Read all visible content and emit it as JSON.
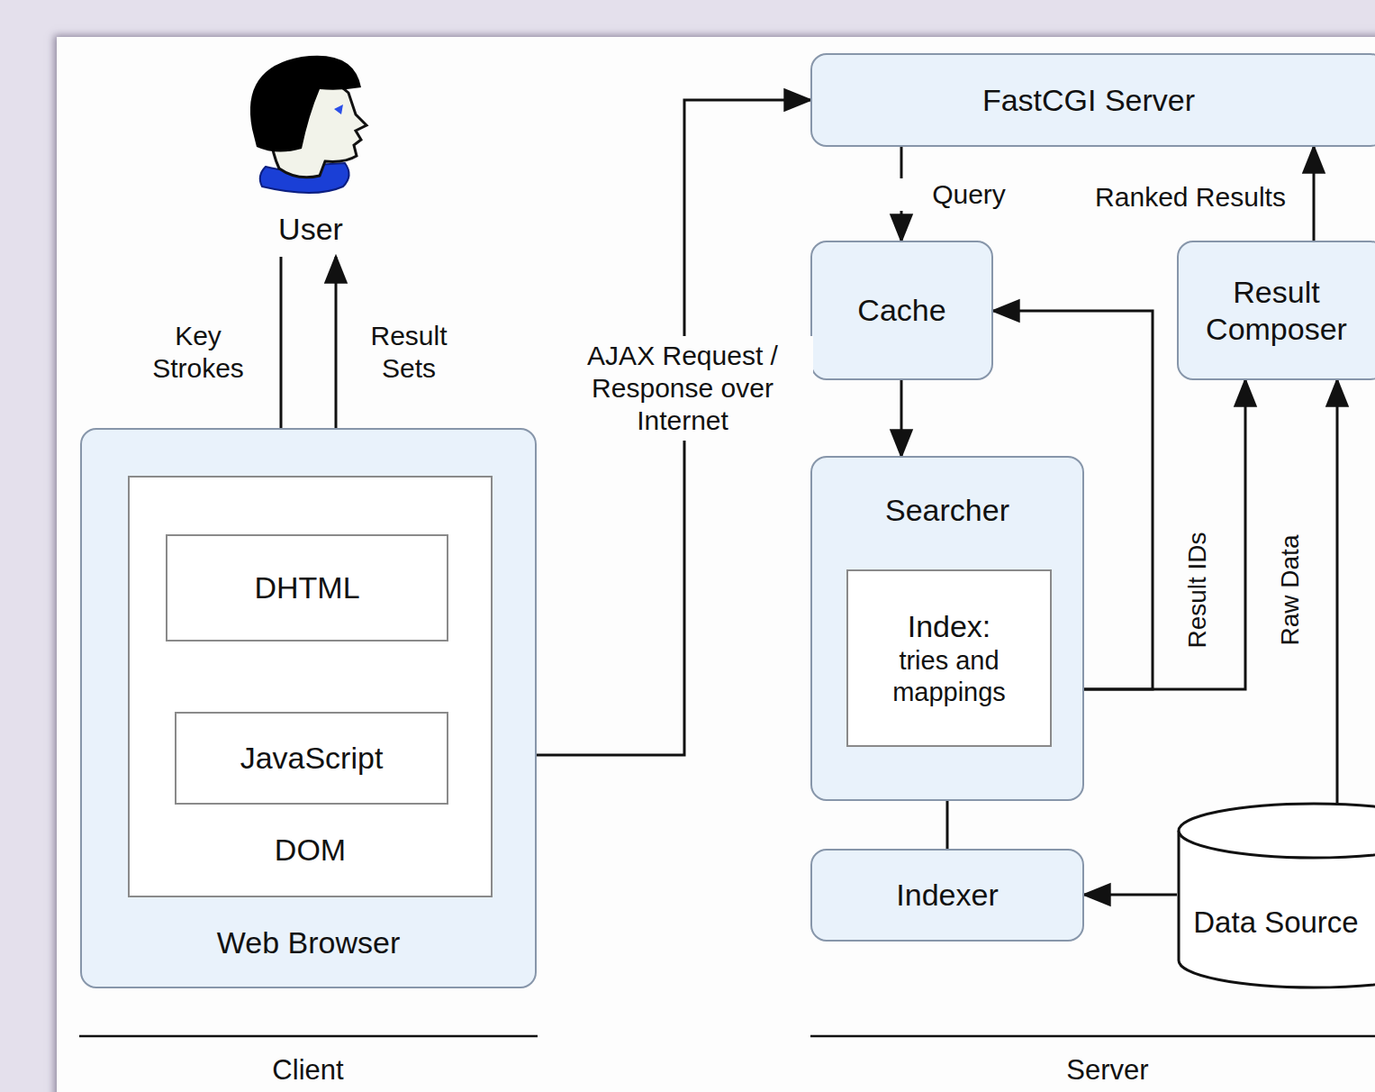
{
  "diagram": {
    "nodes": [
      {
        "text": [
          "User"
        ]
      },
      {
        "text": [
          "Web Browser"
        ]
      },
      {
        "text": [
          "DOM"
        ],
        "in": 1
      },
      {
        "text": [
          "DHTML"
        ],
        "in": 2
      },
      {
        "text": [
          "JavaScript"
        ],
        "in": 2
      },
      {
        "text": [
          "FastCGI Server"
        ]
      },
      {
        "text": [
          "Cache"
        ]
      },
      {
        "text": [
          "Result Composer"
        ]
      },
      {
        "text": [
          "Searcher"
        ]
      },
      {
        "text": [
          "Index:",
          "tries and mappings"
        ],
        "in": 8
      },
      {
        "text": [
          "Indexer"
        ]
      },
      {
        "text": [
          "Data Source"
        ]
      }
    ],
    "edges": [
      {
        "from": 0,
        "to": 3,
        "label": "Key Strokes",
        "arrow": "to"
      },
      {
        "from": 3,
        "to": 0,
        "label": "Result Sets",
        "arrow": "to"
      },
      {
        "from": 3,
        "to": 4,
        "arrow": "to"
      },
      {
        "from": 4,
        "to": 3,
        "arrow": "to"
      },
      {
        "from": 4,
        "to": 5,
        "label": "AJAX Request / Response over Internet",
        "arrow": "both"
      },
      {
        "from": 5,
        "to": 6,
        "label": "Query",
        "arrow": "to"
      },
      {
        "from": 6,
        "to": 8,
        "arrow": "to"
      },
      {
        "from": 8,
        "to": 6,
        "arrow": "to"
      },
      {
        "from": 8,
        "to": 7,
        "label": "Result IDs",
        "arrow": "to"
      },
      {
        "from": 7,
        "to": 5,
        "label": "Ranked Results",
        "arrow": "to"
      },
      {
        "from": 11,
        "to": 7,
        "label": "Raw Data",
        "arrow": "to"
      },
      {
        "from": 11,
        "to": 10,
        "arrow": "to"
      },
      {
        "from": 10,
        "to": 9,
        "arrow": "to"
      }
    ],
    "labels": [
      "Client",
      "Server"
    ]
  }
}
